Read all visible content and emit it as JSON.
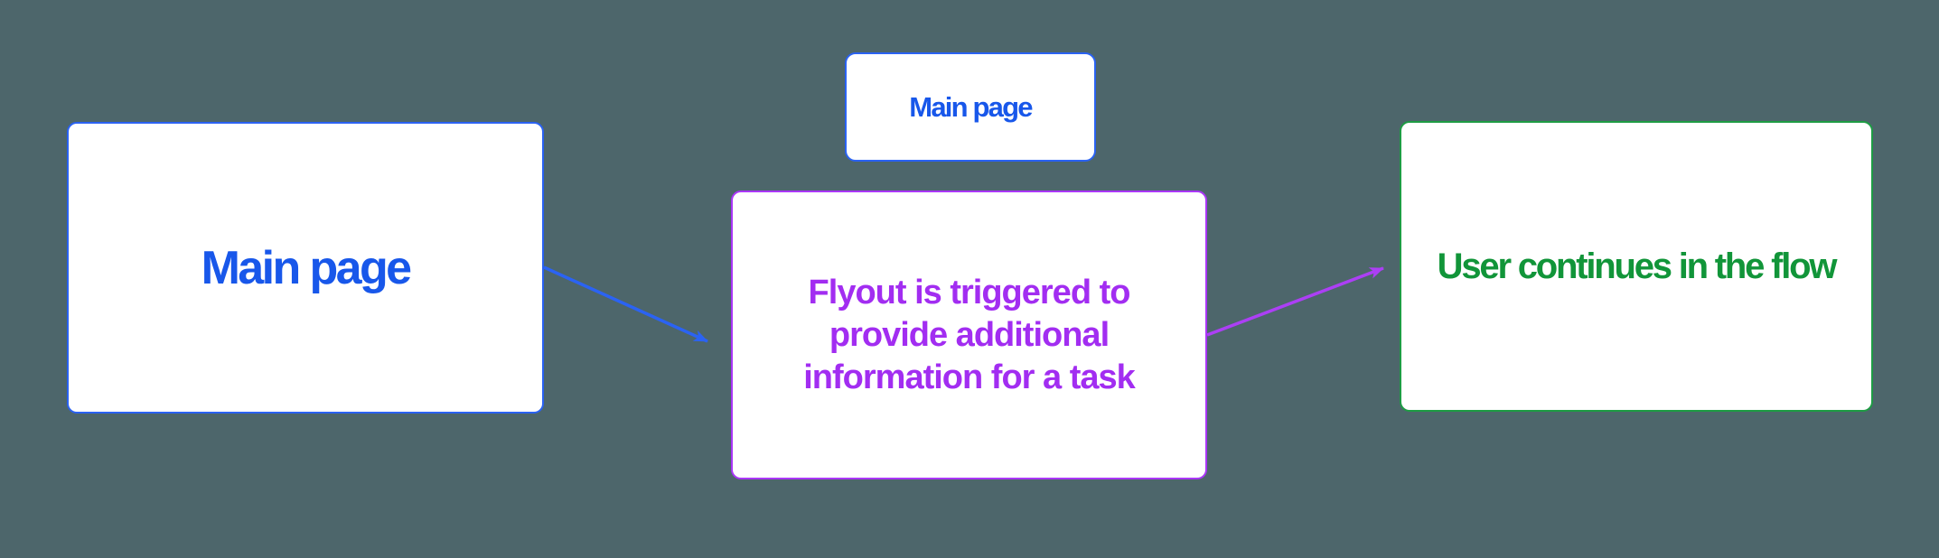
{
  "canvas": {
    "background_color": "#4D666B"
  },
  "nodes": [
    {
      "id": "main-page-large",
      "label": "Main page",
      "text_color": "#1857EA",
      "border_color": "#2A62F2",
      "fill_color": "#FFFFFF"
    },
    {
      "id": "main-page-small",
      "label": "Main page",
      "text_color": "#1857EA",
      "border_color": "#2A62F2",
      "fill_color": "#FFFFFF"
    },
    {
      "id": "flyout",
      "label": "Flyout is triggered to\nprovide additional\ninformation for a task",
      "text_color": "#A22DF1",
      "border_color": "#AA36F7",
      "fill_color": "#FFFFFF"
    },
    {
      "id": "outcome",
      "label": "User continues in the flow",
      "text_color": "#119539",
      "border_color": "#1E9C44",
      "fill_color": "#FFFFFF"
    }
  ],
  "arrows": [
    {
      "id": "main-to-flyout",
      "color": "#2B63F3",
      "from": "main-page-large",
      "to": "flyout"
    },
    {
      "id": "flyout-to-outcome",
      "color": "#AC3FF5",
      "from": "flyout",
      "to": "outcome"
    }
  ]
}
